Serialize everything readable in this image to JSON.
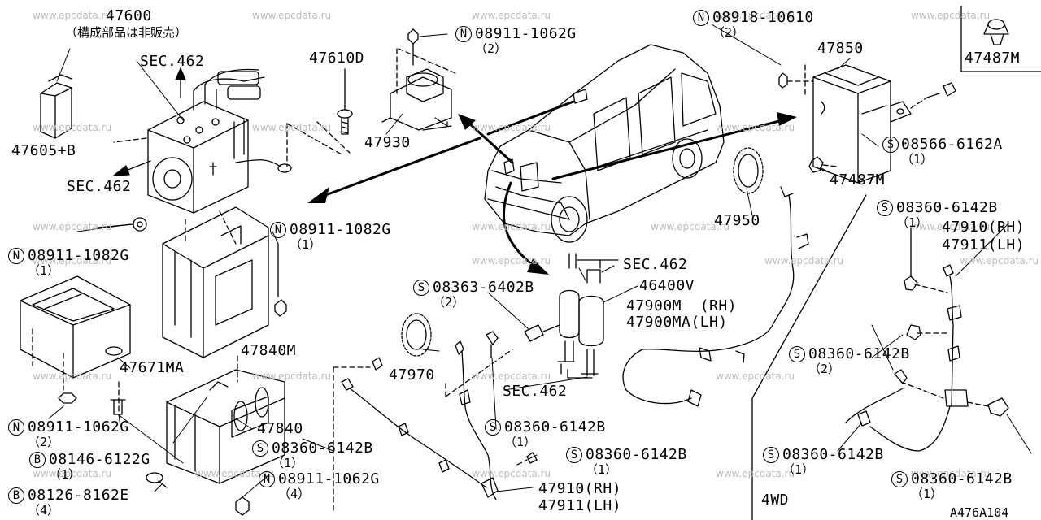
{
  "watermark": "www.epcdata.ru",
  "parts": {
    "p47600": "47600",
    "p47600_note": "（構成部品は非販売）",
    "sec462_top": "SEC.462",
    "p47605b": "47605+B",
    "sec462_left": "SEC.462",
    "p47610d": "47610D",
    "n08911_1062g_top": "08911-1062G",
    "n08911_1062g_top_qty": "（2）",
    "p47930": "47930",
    "n08918_10610": "08918-10610",
    "n08918_10610_qty": "（2）",
    "p47850": "47850",
    "p47487m_box": "47487M",
    "s08566_6162a": "08566-6162A",
    "s08566_6162a_qty": "（1）",
    "p47487m": "47487M",
    "n08911_1082g_mid": "08911-1082G",
    "n08911_1082g_mid_qty": "（1）",
    "n08911_1082g_left": "08911-1082G",
    "n08911_1082g_left_qty": "（1）",
    "p47950": "47950",
    "s08360_6142b_r1": "08360-6142B",
    "s08360_6142b_r1_qty": "（1）",
    "p47910rh_r": "47910(RH)",
    "p47911lh_r": "47911(LH)",
    "sec462_mid": "SEC.462",
    "s08363_6402b": "08363-6402B",
    "s08363_6402b_qty": "（2）",
    "p46400v": "46400V",
    "p47900m": "47900M  (RH)",
    "p47900ma": "47900MA(LH)",
    "p47671ma": "47671MA",
    "p47840m": "47840M",
    "s08360_6142b_r2": "08360-6142B",
    "s08360_6142b_r2_qty": "（1）",
    "p47970": "47970",
    "sec462_bot": "SEC.462",
    "n08911_1062g_b": "08911-1062G",
    "n08911_1062g_b_qty": "（2）",
    "b08146_6122g": "08146-6122G",
    "b08146_6122g_qty": "（1）",
    "p47840": "47840",
    "s08360_6142b_c": "08360-6142B",
    "s08360_6142b_c_qty": "（1）",
    "s08360_6142b_d": "08360-6142B",
    "s08360_6142b_d_qty": "（1）",
    "s08360_6142b_e": "08360-6142B",
    "s08360_6142b_e_qty": "（1）",
    "s08360_6142b_f": "08360-6142B",
    "s08360_6142b_f_qty": "（2）",
    "s08360_6142b_g": "08360-6142B",
    "s08360_6142b_g_qty": "（1）",
    "b08126_8162e": "08126-8162E",
    "b08126_8162e_qty": "（4）",
    "n08911_1062g_c": "08911-1062G",
    "n08911_1062g_c_qty": "（4）",
    "p47910rh_b": "47910(RH)",
    "p47911lh_b": "47911(LH)",
    "fourwd": "4WD",
    "ref_code": "A476A104"
  },
  "symbols": {
    "n": "N",
    "s": "S",
    "b": "B"
  }
}
